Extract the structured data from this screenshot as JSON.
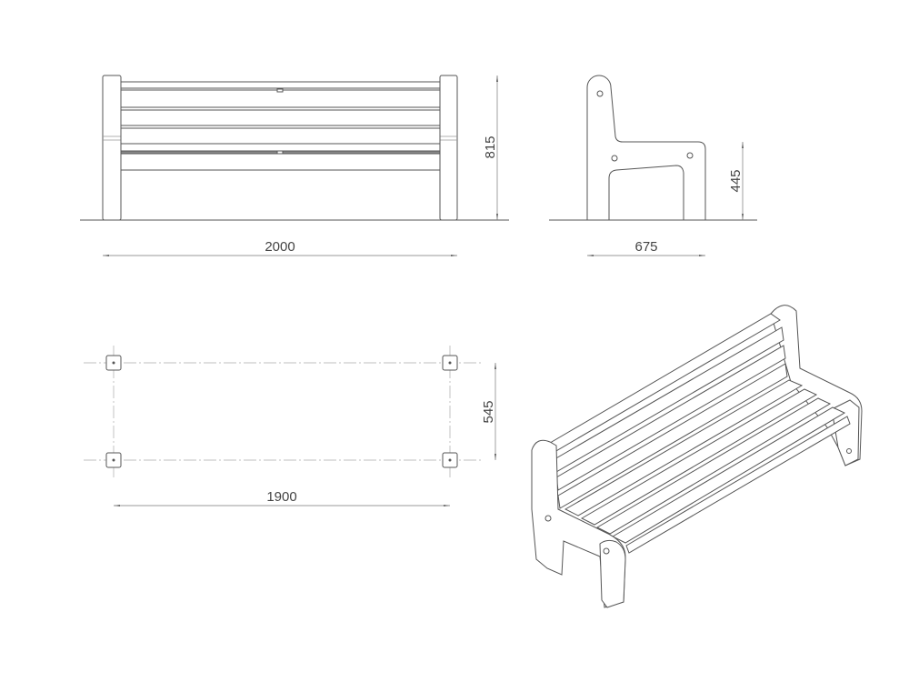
{
  "drawing": {
    "front_view": {
      "width_label": "2000",
      "height_label": "815"
    },
    "side_view": {
      "depth_label": "675",
      "seat_height_label": "445"
    },
    "plan_view": {
      "leg_spacing_width_label": "1900",
      "leg_spacing_depth_label": "545"
    },
    "iso_view": {}
  },
  "colors": {
    "line": "#555555",
    "dimension": "#777777",
    "background": "#ffffff"
  }
}
